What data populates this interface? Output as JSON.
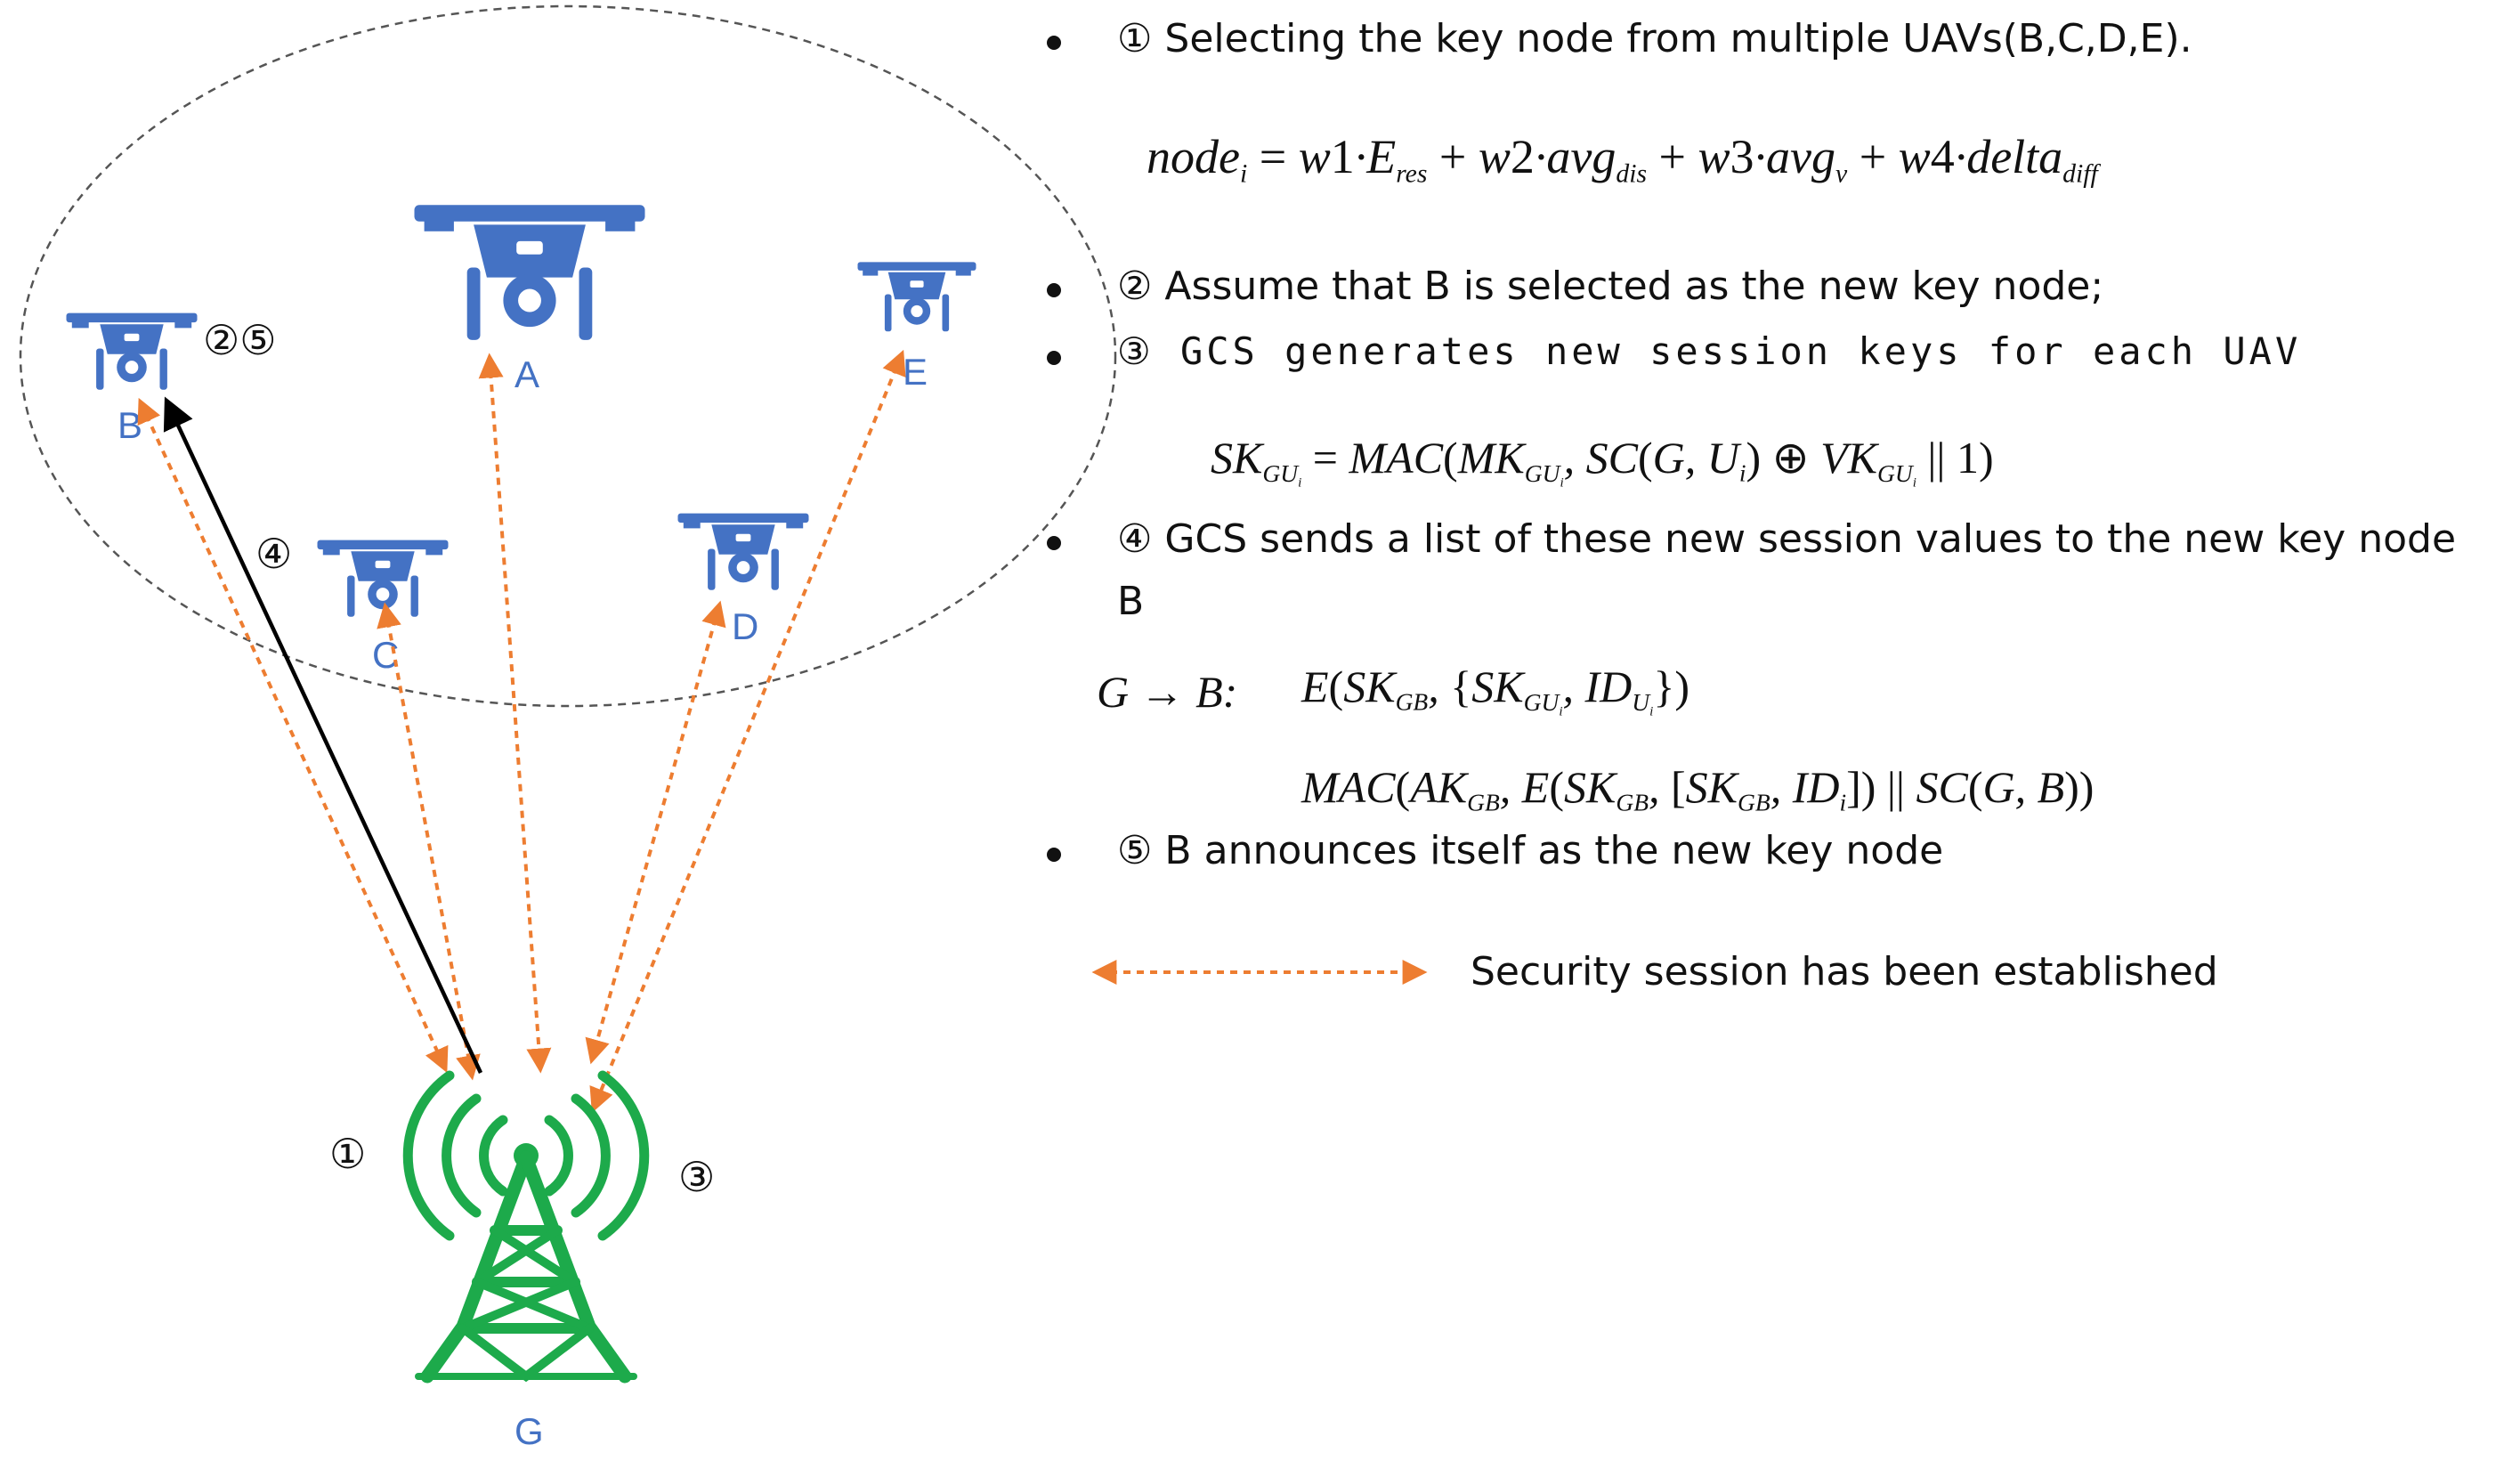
{
  "nodes": {
    "A": "A",
    "B": "B",
    "C": "C",
    "D": "D",
    "E": "E",
    "G": "G"
  },
  "marks": {
    "step1": "①",
    "step3": "③",
    "step4": "④",
    "step25": "②⑤"
  },
  "steps": [
    {
      "text": "① Selecting the key node from multiple UAVs(B,C,D,E)."
    },
    {
      "text": "②  Assume that B is selected as the new key node;"
    },
    {
      "text": "③ GCS generates new session keys for each UAV"
    },
    {
      "text": "④ GCS sends a list of these new session values to the new key node",
      "continuation": "B"
    },
    {
      "text": "⑤ B announces itself as the new key node"
    }
  ],
  "formulas": {
    "node_score": "node_i = w1·E_res + w2·avg_dis + w3·avg_v + w4·delta_diff",
    "session_key": "SK_GU_i = MAC(MK_GU_i, SC(G,U_i) ⊕ VK_GU_i || 1)",
    "g_to_b_prefix": "G → B:",
    "g_to_b_enc": "E(SK_GB, {SK_GU_i, ID_U_i})",
    "g_to_b_mac": "MAC(AK_GB, E(SK_GB, [SK_GB, ID_i]) || SC(G,B))"
  },
  "legend": {
    "label": "Security session has been established"
  },
  "colors": {
    "drone": "#4472c4",
    "tower": "#1daa4b",
    "session_arrow": "#ed7d31",
    "announce_arrow": "#000000",
    "node_label": "#4472c4"
  }
}
